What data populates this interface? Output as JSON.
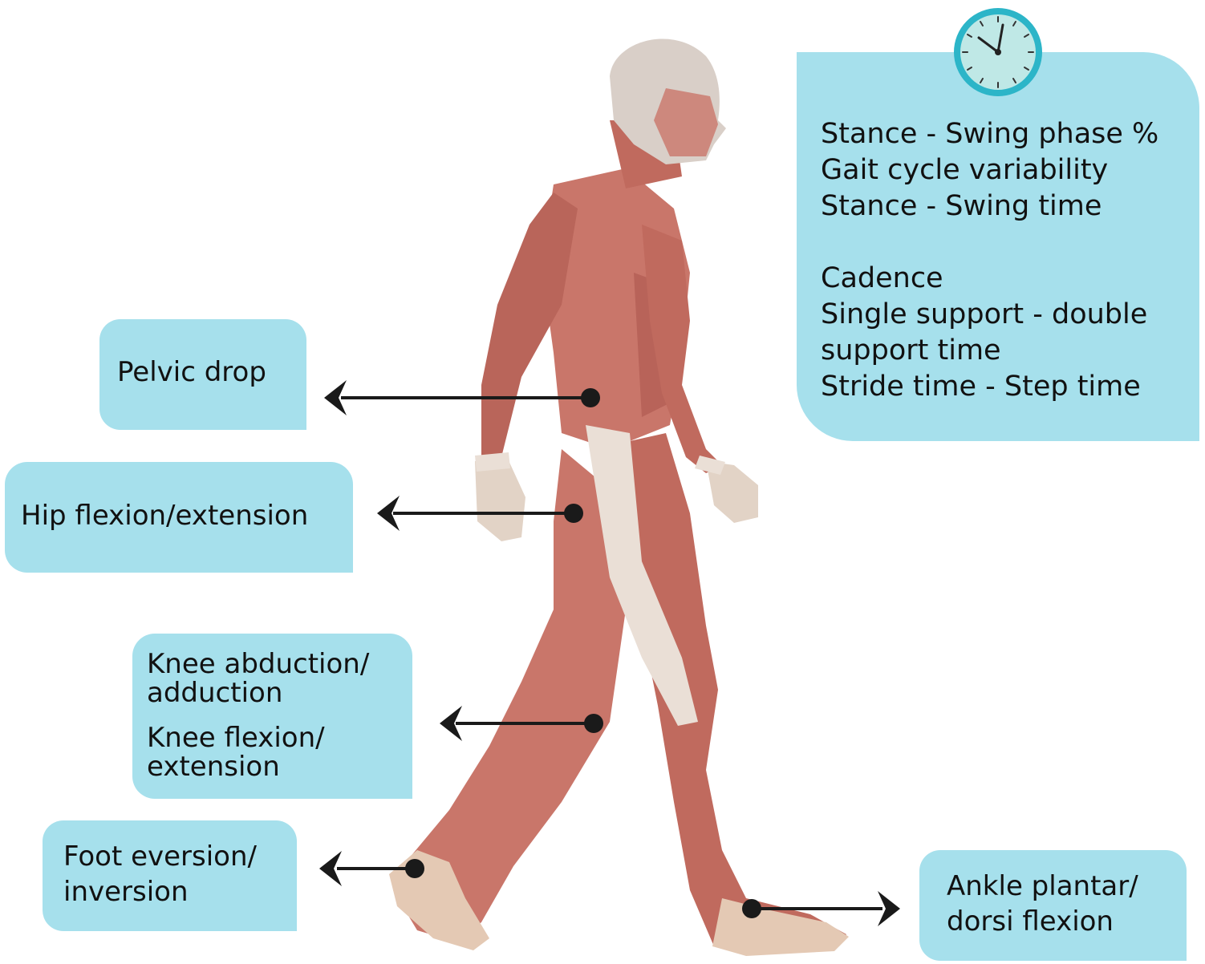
{
  "colors": {
    "box_fill": "#a6e0ec",
    "clock_ring": "#2cb5c8",
    "clock_face": "#bfe8e6",
    "arrow": "#1a1a1a",
    "muscle": "#c9766a",
    "muscle_dark": "#a9544a",
    "tendon": "#eadfd6",
    "head": "#d9cfc8"
  },
  "timing_panel": {
    "icon": "clock-icon",
    "group_a": [
      "Stance - Swing phase %",
      "Gait cycle variability",
      "Stance - Swing time"
    ],
    "group_b": [
      "Cadence",
      "Single support - double",
      "support time",
      "Stride time - Step time"
    ]
  },
  "callouts": {
    "pelvic": [
      "Pelvic drop"
    ],
    "hip": [
      "Hip flexion/extension"
    ],
    "knee_abd": [
      "Knee abduction/",
      "adduction"
    ],
    "knee_flex": [
      "Knee flexion/",
      "extension"
    ],
    "foot": [
      "Foot eversion/",
      "inversion"
    ],
    "ankle": [
      "Ankle plantar/",
      "dorsi flexion"
    ]
  }
}
